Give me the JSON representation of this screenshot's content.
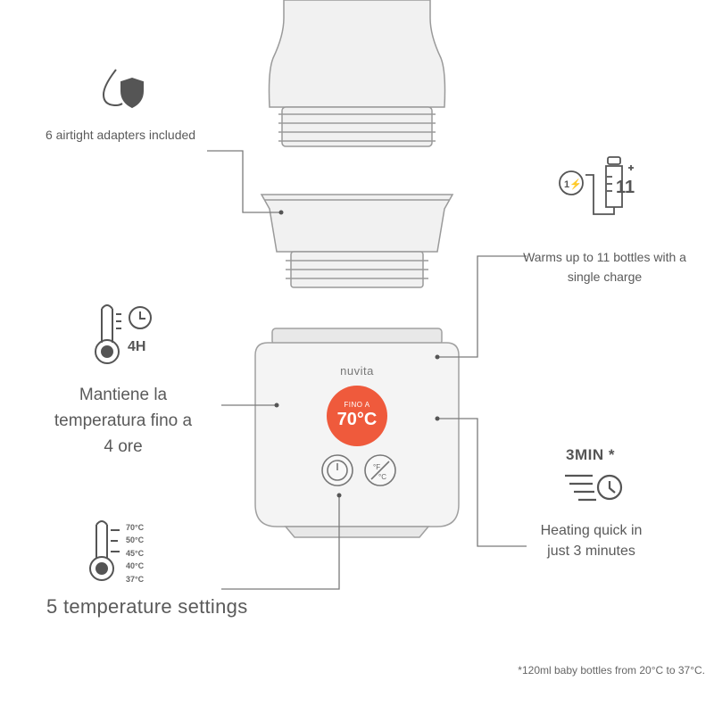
{
  "features": {
    "adapters": "6 airtight adapters included",
    "bottles": "Warms up to 11 bottles with a single charge",
    "keep_warm": "Mantiene la temperatura fino a 4 ore",
    "heating": "Heating quick in just 3 minutes",
    "temperatures": "5 temperature settings"
  },
  "icons": {
    "hours_label": "4H",
    "time_label": "3MIN *",
    "bottle_count": "11",
    "temperature_list": [
      "70°C",
      "50°C",
      "45°C",
      "40°C",
      "37°C"
    ]
  },
  "device": {
    "brand": "nuvita",
    "badge_line1": "FINO A",
    "badge_line2": "70°C"
  },
  "footnote": "*120ml baby bottles from 20°C to 37°C.",
  "colors": {
    "accent": "#ef5a3c",
    "line": "#7a7a7a",
    "device": "#f3f3f3"
  }
}
